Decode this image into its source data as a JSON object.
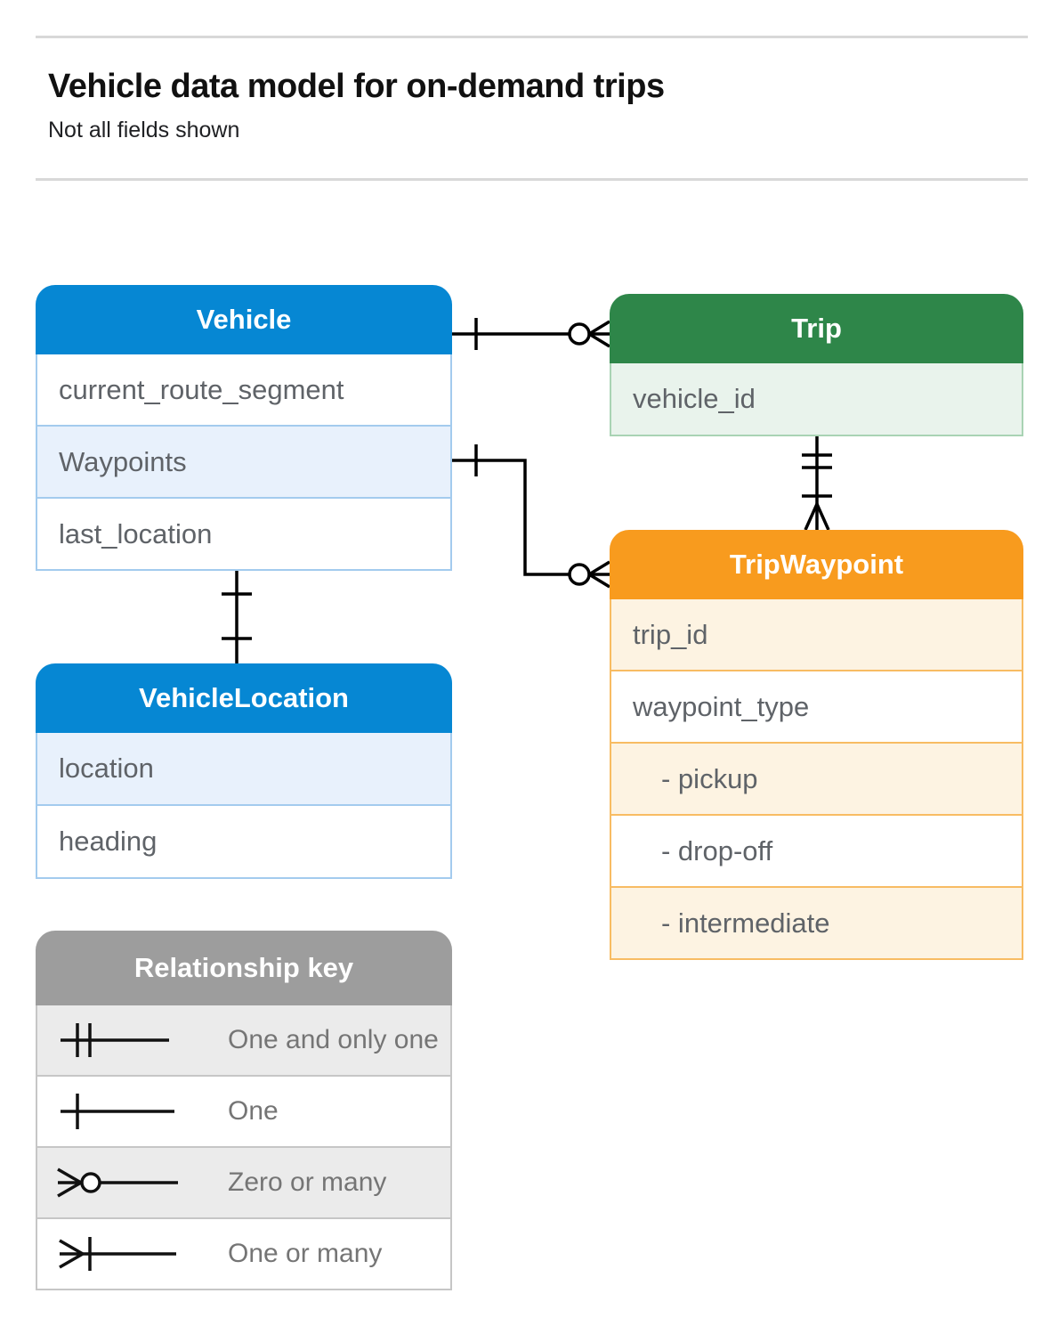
{
  "header": {
    "title": "Vehicle data model for on-demand trips",
    "subtitle": "Not all fields shown"
  },
  "tables": {
    "vehicle": {
      "title": "Vehicle",
      "fields": [
        "current_route_segment",
        "Waypoints",
        "last_location"
      ]
    },
    "trip": {
      "title": "Trip",
      "fields": [
        "vehicle_id"
      ]
    },
    "trip_waypoint": {
      "title": "TripWaypoint",
      "fields": [
        "trip_id",
        "waypoint_type",
        "- pickup",
        "- drop-off",
        "- intermediate"
      ]
    },
    "vehicle_location": {
      "title": "VehicleLocation",
      "fields": [
        "location",
        "heading"
      ]
    }
  },
  "legend": {
    "title": "Relationship key",
    "items": [
      {
        "symbol": "one-and-only-one-symbol",
        "label": "One and only one"
      },
      {
        "symbol": "one-symbol",
        "label": "One"
      },
      {
        "symbol": "zero-or-many-symbol",
        "label": "Zero or many"
      },
      {
        "symbol": "one-or-many-symbol",
        "label": "One or many"
      }
    ]
  },
  "relationships": [
    {
      "from": "Vehicle",
      "to": "Trip",
      "from_cardinality": "one",
      "to_cardinality": "zero-or-many"
    },
    {
      "from": "Trip",
      "to": "TripWaypoint",
      "from_cardinality": "one-and-only-one",
      "to_cardinality": "one-or-many"
    },
    {
      "from": "Vehicle.Waypoints",
      "to": "TripWaypoint",
      "from_cardinality": "one",
      "to_cardinality": "zero-or-many"
    },
    {
      "from": "Vehicle",
      "to": "VehicleLocation",
      "from_cardinality": "one",
      "to_cardinality": "one"
    }
  ],
  "colors": {
    "blue": "#0687d3",
    "blue_light": "#e8f1fc",
    "blue_border": "#a3cbee",
    "green": "#2e8649",
    "green_light": "#e9f3ec",
    "green_border": "#a9d3b4",
    "orange": "#f89b1e",
    "orange_light": "#fdf3e2",
    "orange_border": "#f8bc63",
    "gray": "#9d9d9d",
    "gray_light": "#ebebeb",
    "gray_border": "#c6c6c6",
    "text": "#5f6368",
    "legend_text": "#757575",
    "line": "#000000"
  }
}
